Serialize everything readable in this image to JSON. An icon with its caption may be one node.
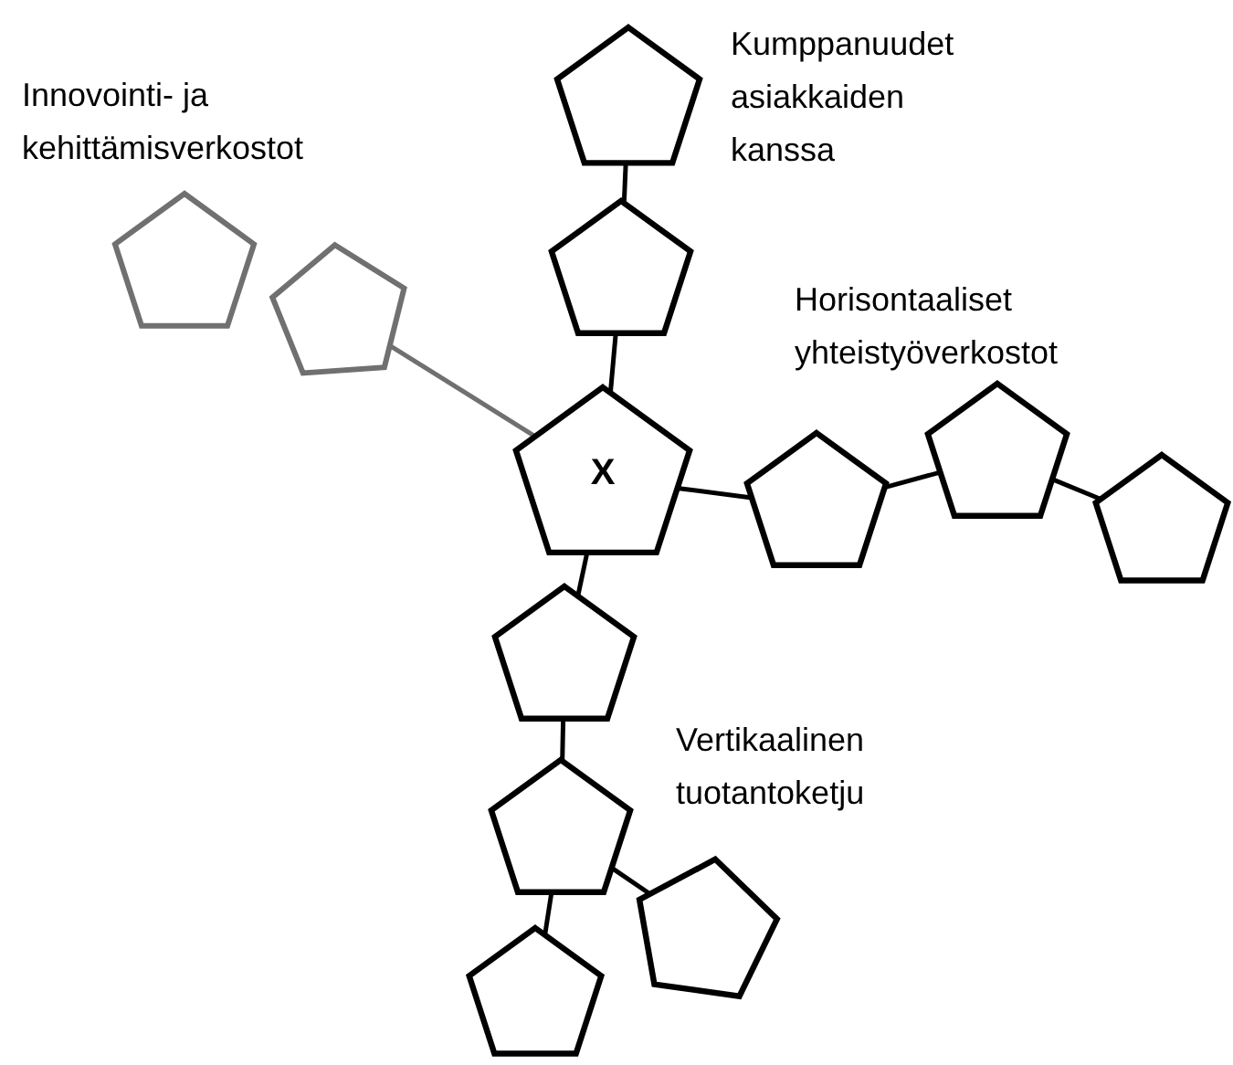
{
  "diagram": {
    "nodes": [
      {
        "text": [],
        "shape": "pentagon"
      },
      {
        "text": [],
        "shape": "pentagon"
      },
      {
        "text": [],
        "shape": "pentagon"
      },
      {
        "text": [],
        "shape": "pentagon"
      },
      {
        "text": [
          "X"
        ]
      },
      {
        "text": [],
        "shape": "pentagon"
      },
      {
        "text": [],
        "shape": "pentagon"
      },
      {
        "text": [],
        "shape": "pentagon"
      },
      {
        "text": [],
        "shape": "pentagon"
      },
      {
        "text": [],
        "shape": "pentagon"
      },
      {
        "text": [],
        "shape": "pentagon"
      },
      {
        "text": [],
        "shape": "pentagon"
      }
    ],
    "edges": [
      {
        "from": 0,
        "to": 3,
        "arrow": "none"
      },
      {
        "from": 3,
        "to": 4,
        "arrow": "none"
      },
      {
        "from": 2,
        "to": 4,
        "arrow": "none",
        "color": "#707070"
      },
      {
        "from": 4,
        "to": 6,
        "arrow": "none"
      },
      {
        "from": 6,
        "to": 5,
        "arrow": "none"
      },
      {
        "from": 5,
        "to": 7,
        "arrow": "none"
      },
      {
        "from": 4,
        "to": 8,
        "arrow": "none"
      },
      {
        "from": 8,
        "to": 9,
        "arrow": "none"
      },
      {
        "from": 9,
        "to": 10,
        "arrow": "none"
      },
      {
        "from": 9,
        "to": 11,
        "arrow": "none"
      }
    ],
    "labels": [
      "Kumppanuudet asiakkaiden kanssa",
      "Innovointi- ja kehittämisverkostot",
      "Horisontaaliset yhteistyöverkostot",
      "Vertikaalinen tuotantoketju"
    ]
  }
}
